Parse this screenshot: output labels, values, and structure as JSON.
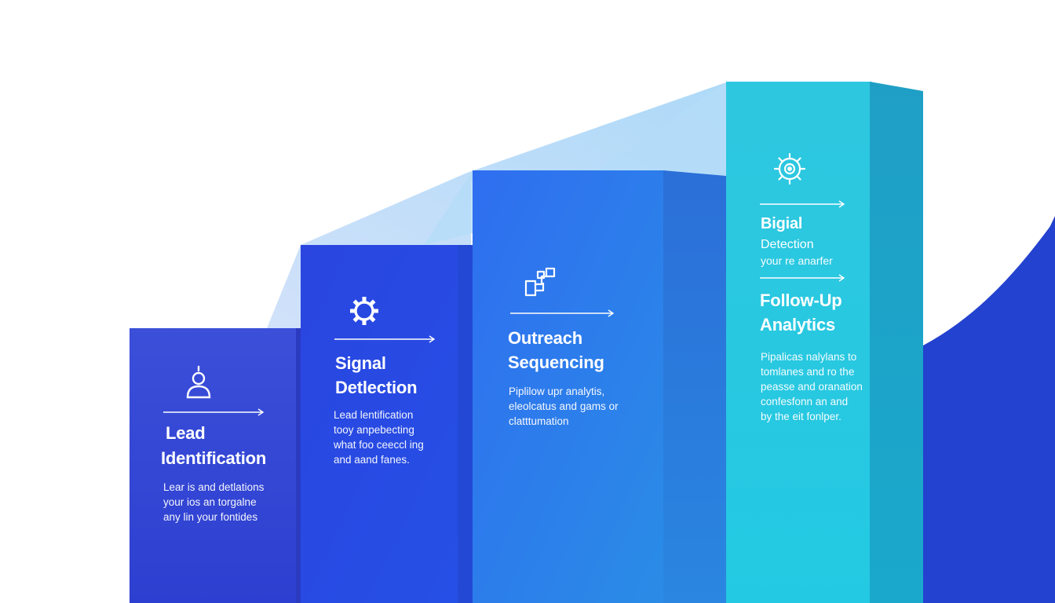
{
  "colors": {
    "step1": "#3346d6",
    "step2": "#2546df",
    "step3": "#2f7cea",
    "step4": "#25c3de",
    "curve": "#1c37c2",
    "wedge": "#9fd0f7"
  },
  "steps": [
    {
      "icon": "person-icon",
      "title_lines": [
        "Lead",
        "Identification"
      ],
      "desc_lines": [
        "Lear is and detlations",
        "your ios an torgalne",
        "any lin your fontides"
      ]
    },
    {
      "icon": "gear-icon",
      "title_lines": [
        "Signal",
        "Detlection"
      ],
      "desc_lines": [
        "Lead lentification",
        "tooy anpebecting",
        "what foo ceeccl ing",
        "and aand fanes."
      ]
    },
    {
      "icon": "flow-icon",
      "title_lines": [
        "Outreach",
        "Sequencing"
      ],
      "desc_lines": [
        "Piplilow upr analytis,",
        "eleolcatus and gams or",
        "clatttumation"
      ]
    },
    {
      "icon": "target-icon",
      "title_lines": [
        "Bigial"
      ],
      "sub_lines": [
        "Detection",
        "your re anarfer"
      ],
      "title2_lines": [
        "Follow-Up",
        "Analytics"
      ],
      "desc_lines": [
        "Pipalicas nalylans to",
        "tomlanes and ro the",
        "peasse and oranation",
        "confesfonn an and",
        "by the eit fonlper."
      ]
    }
  ]
}
